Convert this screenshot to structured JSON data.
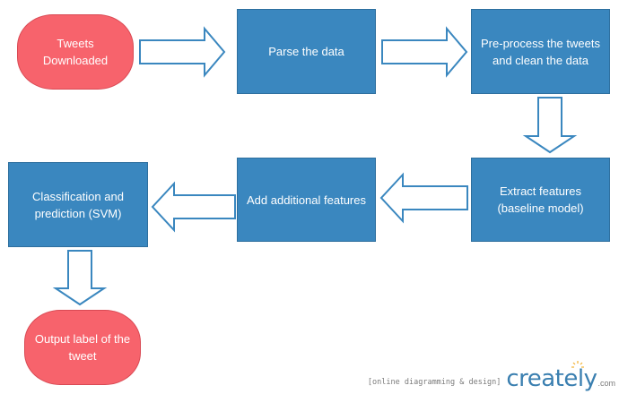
{
  "nodes": {
    "tweets_downloaded": "Tweets\nDownloaded",
    "parse_data": "Parse the data",
    "preprocess": "Pre-process the tweets and clean the data",
    "extract_features": "Extract features (baseline model)",
    "add_features": "Add additional features",
    "classification": "Classification and prediction (SVM)",
    "output_label": "Output label of the tweet"
  },
  "watermark": {
    "tagline": "[online diagramming & design]",
    "brand": "creately",
    "suffix": ".com"
  },
  "colors": {
    "process": "#3a87bf",
    "terminal": "#f7636c",
    "arrow_outline": "#3a87bf",
    "brand": "#3a7fb0"
  }
}
